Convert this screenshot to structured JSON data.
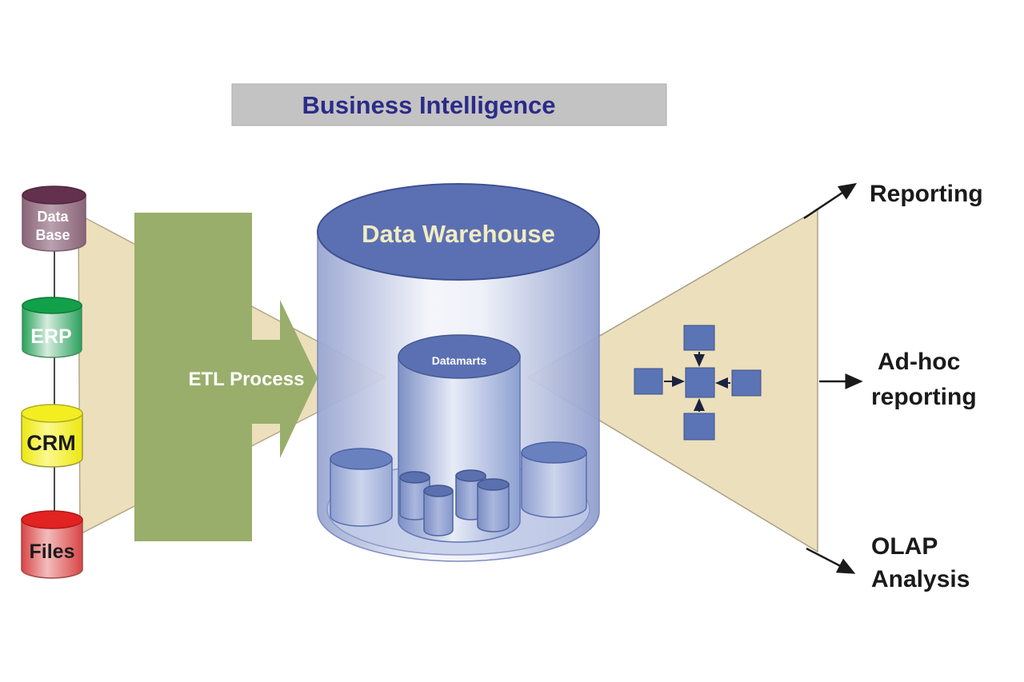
{
  "diagram": {
    "title": "Business Intelligence",
    "title_color": "#2b2b8a",
    "title_bg": "#c3c3c3"
  },
  "sources": {
    "database": {
      "line1": "Data",
      "line2": "Base",
      "top_color": "#63304e"
    },
    "erp": {
      "label": "ERP",
      "top_color": "#12a04a"
    },
    "crm": {
      "label": "CRM",
      "top_color": "#f2ee20"
    },
    "files": {
      "label": "Files",
      "top_color": "#e32222"
    }
  },
  "etl": {
    "label": "ETL Process",
    "color": "#99ae6b"
  },
  "warehouse": {
    "label": "Data Warehouse",
    "label_color": "#f1ecc3",
    "top_color": "#5b70b3",
    "datamarts_label": "Datamarts"
  },
  "funnel": {
    "color": "#ecdfbc"
  },
  "star_schema": {
    "color": "#5b74b5"
  },
  "outputs": {
    "reporting": {
      "label": "Reporting"
    },
    "adhoc": {
      "line1": "Ad-hoc",
      "line2": "reporting"
    },
    "olap": {
      "line1": "OLAP",
      "line2": "Analysis"
    }
  }
}
